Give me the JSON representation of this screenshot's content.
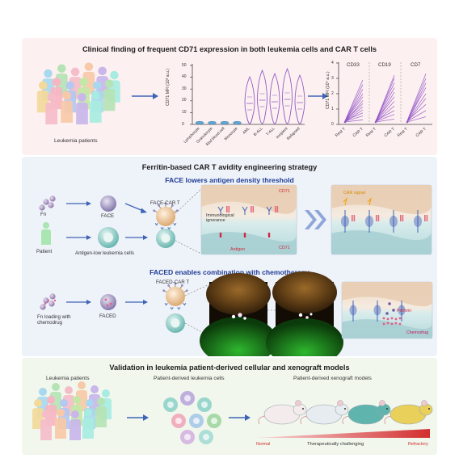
{
  "panel1": {
    "title": "Clinical finding of frequent CD71 expression in both leukemia cells and CAR T cells",
    "patients_label": "Leukemia patients",
    "violin": {
      "ylabel": "CD71 MFI (10³ a.u.)",
      "yticks": [
        "0",
        "10",
        "20",
        "30",
        "40",
        "50"
      ],
      "categories": [
        "Lymphocyte",
        "Granulocyte",
        "Red blood cell",
        "Monocyte",
        "AML",
        "B-ALL",
        "T-ALL",
        "Incipient",
        "Relapsed"
      ]
    },
    "car": {
      "ylabel": "CD71 MFI (10⁴ a.u.)",
      "yticks": [
        "0",
        "1",
        "2",
        "3",
        "4"
      ],
      "groups": [
        "CD33",
        "CD19",
        "CD7"
      ],
      "xlabels": [
        "Rest T",
        "CAR T",
        "Rest T",
        "CAR T",
        "Rest T",
        "CAR T"
      ]
    }
  },
  "panel2": {
    "title": "Ferritin-based CAR T avidity engineering strategy",
    "sub1": "FACE lowers antigen density threshold",
    "sub2": "FACED enables combination with chemotherapy",
    "fn": "Fn",
    "face": "FACE",
    "face_car": "FACE-CAR T",
    "patient": "Patient",
    "antigen_low": "Antigen-low leukemia cells",
    "immuno": "Immunological ignorance",
    "antigen": "Antigen",
    "cd71_a": "CD71",
    "cd71_b": "CD71",
    "car_signal": "CAR signal",
    "fn_loading": "Fn loading with chemodrug",
    "faced": "FACED",
    "faced_car": "FACED-CAR T",
    "perforin": "Perforin",
    "chemodrug": "Chemodrug"
  },
  "panel3": {
    "title": "Validation in leukemia patient-derived cellular and xenograft models",
    "patients": "Leukemia patients",
    "cells": "Patient-derived leukemia cells",
    "xeno": "Patient-derived xenograft models",
    "normal": "Normal",
    "challenging": "Therapeutically challenging",
    "refractory": "Refractory"
  },
  "colors": {
    "accent_blue": "#1f3c95",
    "violin": "#8e5bc4",
    "lines": "#9357c7",
    "cd71_red": "#d0283c",
    "gradient_red": "#d32f2f"
  }
}
